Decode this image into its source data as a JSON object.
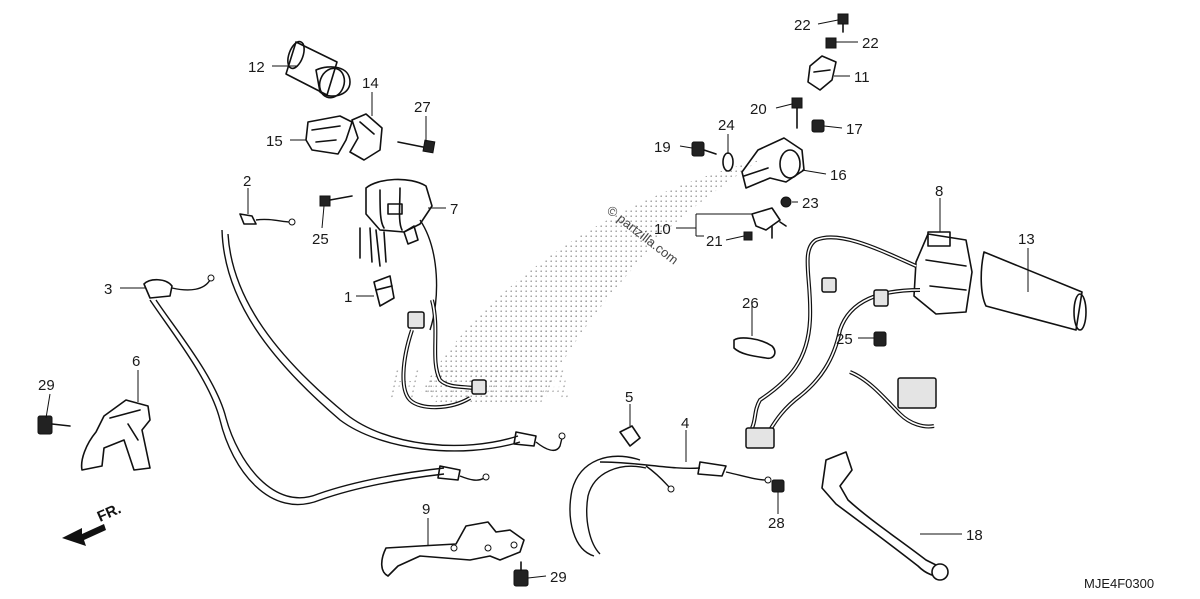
{
  "diagram": {
    "watermark": "© partzilla.com",
    "code": "MJE4F0300",
    "direction_label": "FR.",
    "icons": [
      "honda-wing-watermark",
      "front-direction-arrow"
    ]
  },
  "callouts": [
    {
      "id": "c12",
      "text": "12"
    },
    {
      "id": "c14",
      "text": "14"
    },
    {
      "id": "c27",
      "text": "27"
    },
    {
      "id": "c15",
      "text": "15"
    },
    {
      "id": "c2",
      "text": "2"
    },
    {
      "id": "c7",
      "text": "7"
    },
    {
      "id": "c25a",
      "text": "25"
    },
    {
      "id": "c1",
      "text": "1"
    },
    {
      "id": "c3",
      "text": "3"
    },
    {
      "id": "c6",
      "text": "6"
    },
    {
      "id": "c29a",
      "text": "29"
    },
    {
      "id": "c9",
      "text": "9"
    },
    {
      "id": "c29b",
      "text": "29"
    },
    {
      "id": "c22a",
      "text": "22"
    },
    {
      "id": "c22b",
      "text": "22"
    },
    {
      "id": "c11",
      "text": "11"
    },
    {
      "id": "c20",
      "text": "20"
    },
    {
      "id": "c17",
      "text": "17"
    },
    {
      "id": "c24",
      "text": "24"
    },
    {
      "id": "c19",
      "text": "19"
    },
    {
      "id": "c16",
      "text": "16"
    },
    {
      "id": "c23",
      "text": "23"
    },
    {
      "id": "c10",
      "text": "10"
    },
    {
      "id": "c21",
      "text": "21"
    },
    {
      "id": "c8",
      "text": "8"
    },
    {
      "id": "c13",
      "text": "13"
    },
    {
      "id": "c26",
      "text": "26"
    },
    {
      "id": "c25b",
      "text": "25"
    },
    {
      "id": "c5",
      "text": "5"
    },
    {
      "id": "c4",
      "text": "4"
    },
    {
      "id": "c28",
      "text": "28"
    },
    {
      "id": "c18",
      "text": "18"
    }
  ]
}
